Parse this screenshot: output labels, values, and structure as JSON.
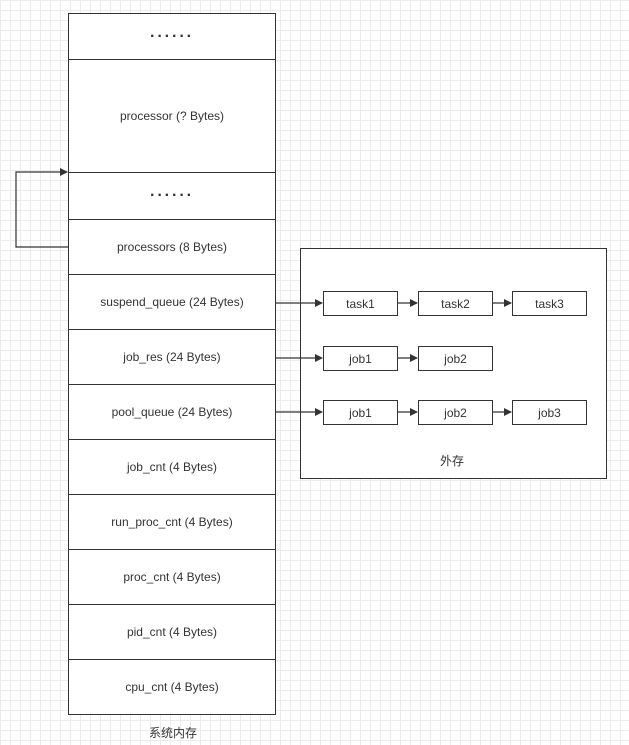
{
  "memory": {
    "caption": "系统内存",
    "cells": [
      {
        "label": "······"
      },
      {
        "label": "processor (? Bytes)"
      },
      {
        "label": "······"
      },
      {
        "label": "processors (8 Bytes)"
      },
      {
        "label": "suspend_queue (24 Bytes)"
      },
      {
        "label": "job_res (24 Bytes)"
      },
      {
        "label": "pool_queue (24 Bytes)"
      },
      {
        "label": "job_cnt (4 Bytes)"
      },
      {
        "label": "run_proc_cnt (4 Bytes)"
      },
      {
        "label": "proc_cnt (4 Bytes)"
      },
      {
        "label": "pid_cnt (4 Bytes)"
      },
      {
        "label": "cpu_cnt (4 Bytes)"
      }
    ]
  },
  "external": {
    "caption": "外存",
    "suspend_list": [
      "task1",
      "task2",
      "task3"
    ],
    "res_list": [
      "job1",
      "job2"
    ],
    "pool_list": [
      "job1",
      "job2",
      "job3"
    ]
  }
}
